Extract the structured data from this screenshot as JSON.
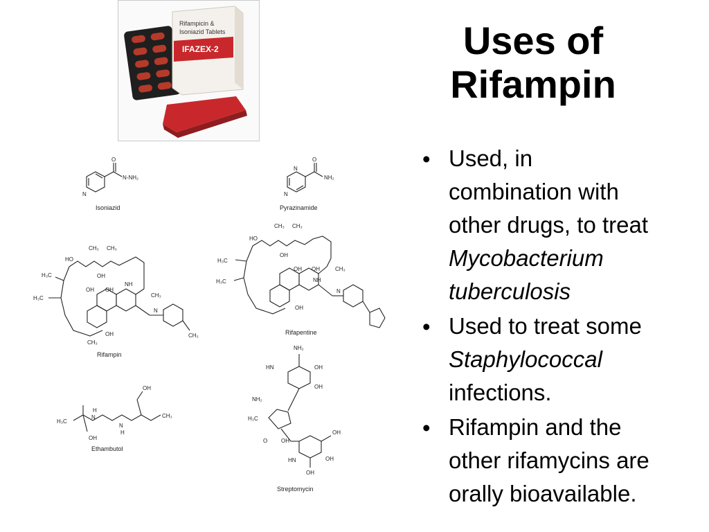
{
  "slide": {
    "title_lines": [
      "Uses of",
      "Rifampin"
    ],
    "bullets": [
      {
        "lines": [
          {
            "text": "Used, in",
            "italic": false
          },
          {
            "text": "combination with",
            "italic": false
          },
          {
            "text": "other drugs, to treat",
            "italic": false
          },
          {
            "text": "Mycobacterium",
            "italic": true
          },
          {
            "text": "tuberculosis",
            "italic": true
          }
        ]
      },
      {
        "lines": [
          {
            "text": "Used to treat some",
            "italic": false
          },
          {
            "text": "Staphylococcal",
            "italic": true
          },
          {
            "text": "infections.",
            "italic": false
          }
        ]
      },
      {
        "lines": [
          {
            "text": "Rifampin and the",
            "italic": false
          },
          {
            "text": "other rifamycins are",
            "italic": false
          },
          {
            "text": "orally bioavailable.",
            "italic": false
          }
        ]
      }
    ]
  },
  "photo": {
    "box_text": [
      "Rifampicin &",
      "Isoniazid Tablets",
      "IFAZEX-2"
    ],
    "box_colors": {
      "red": "#c8282c",
      "white": "#f4f1ec"
    }
  },
  "structures": {
    "isoniazid": "Isoniazid",
    "pyrazinamide": "Pyrazinamide",
    "rifampin": "Rifampin",
    "rifapentine": "Rifapentine",
    "ethambutol": "Ethambutol",
    "streptomycin": "Streptomycin",
    "atoms": {
      "nhnh2": "N-NH₂",
      "nh2": "NH₂",
      "o": "O",
      "n": "N",
      "h": "H",
      "oh": "OH",
      "ch3": "CH₃",
      "h3c": "H₃C",
      "ho": "HO",
      "nh": "NH",
      "hn": "HN"
    }
  }
}
